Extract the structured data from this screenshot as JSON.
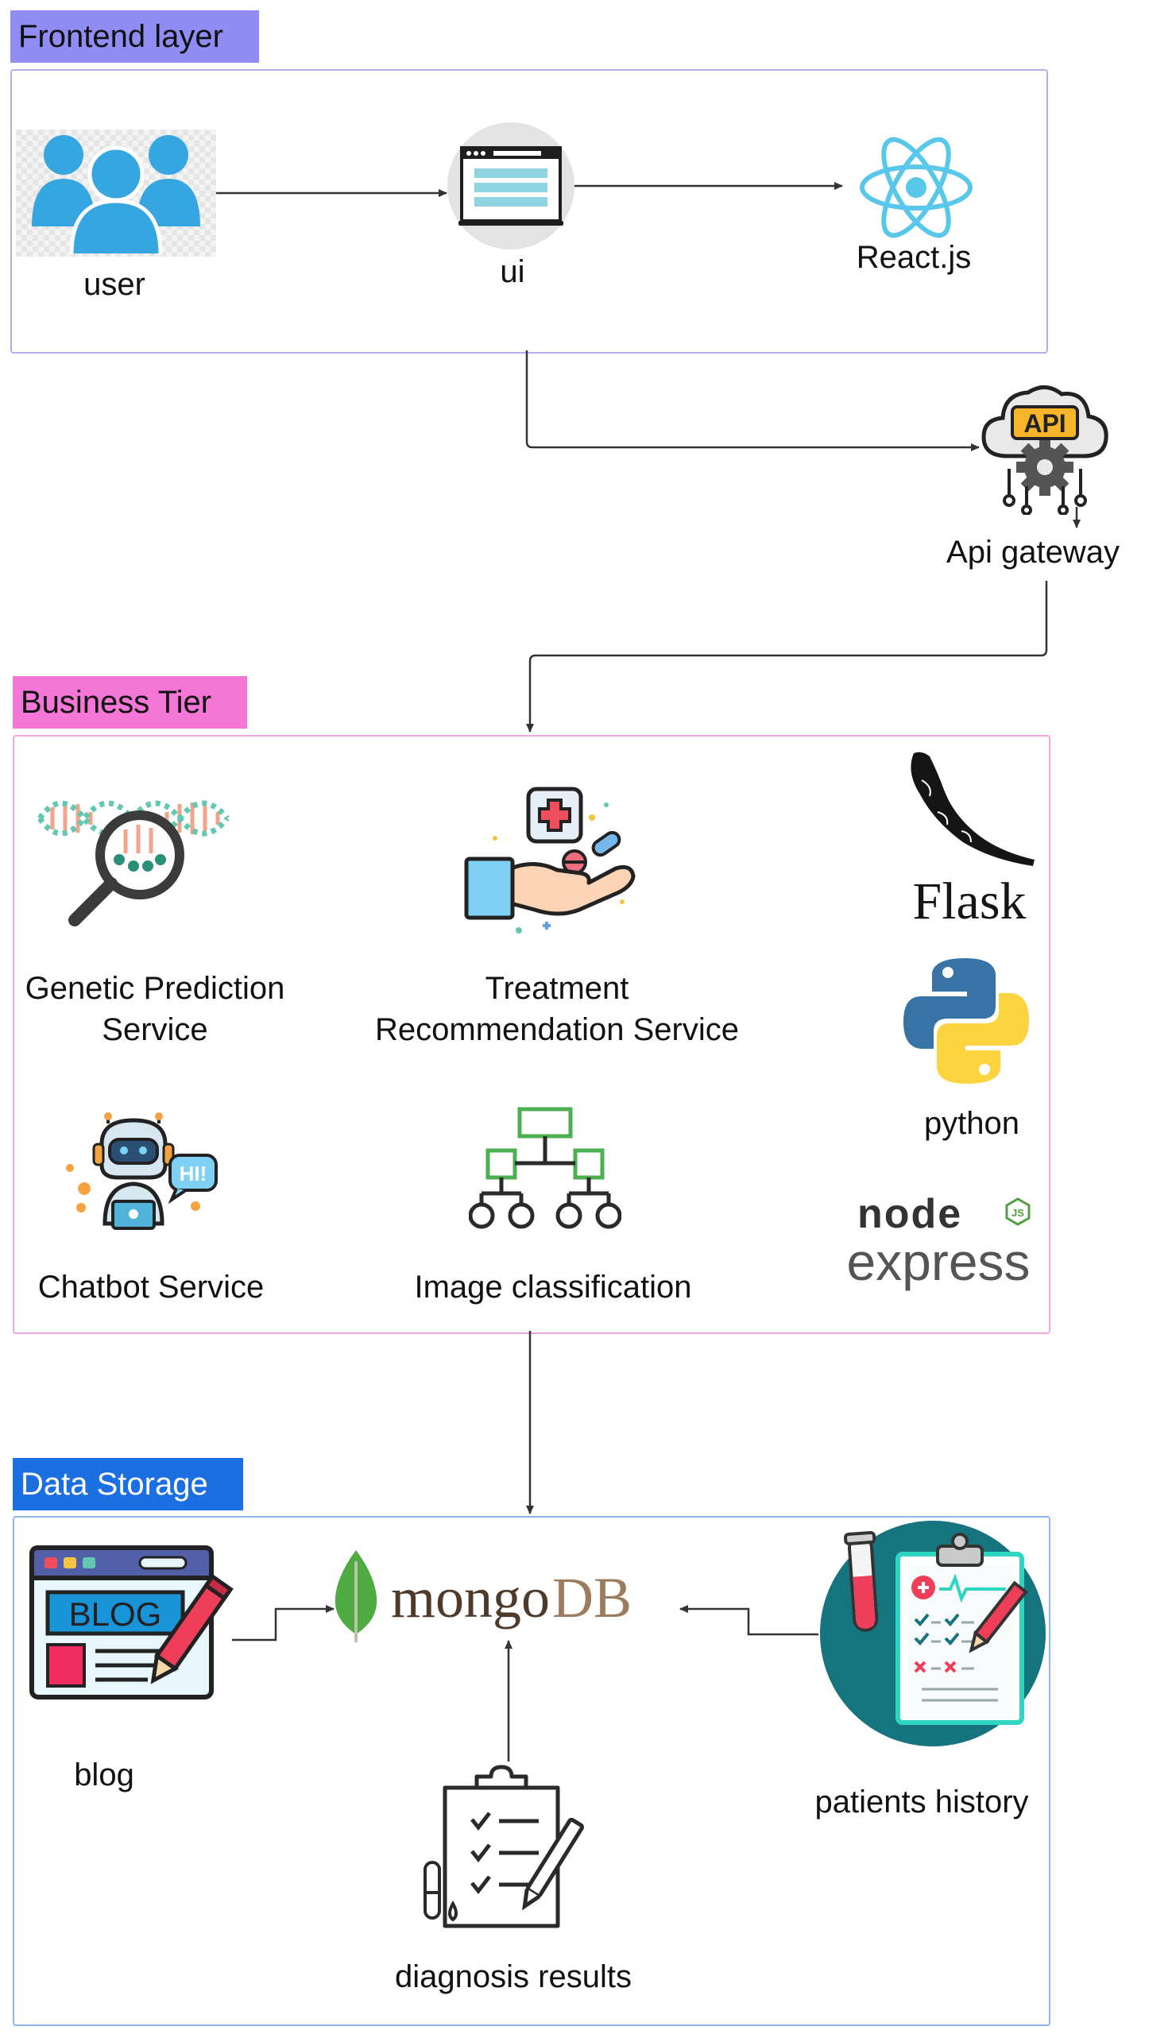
{
  "layers": {
    "frontend": "Frontend layer",
    "business": "Business Tier",
    "storage": "Data Storage"
  },
  "frontend": {
    "user": "user",
    "ui": "ui",
    "react": "React.js"
  },
  "gateway": {
    "label": "Api gateway",
    "badge": "API"
  },
  "business": {
    "genetic": [
      "Genetic Prediction",
      "Service"
    ],
    "treatment": [
      "Treatment",
      "Recommendation Service"
    ],
    "chatbot": "Chatbot Service",
    "chatbot_bubble": "HI!",
    "image": "Image classification",
    "flask": "Flask",
    "python": "python",
    "node": "node",
    "node_js": "JS",
    "express": "express"
  },
  "storage": {
    "mongodb_mongo": "mongo",
    "mongodb_db": "DB",
    "blog": "blog",
    "blog_sign": "BLOG",
    "patients": "patients history",
    "diagnosis": "diagnosis results"
  },
  "colors": {
    "frontend": "#8f8cf4",
    "business": "#f476d6",
    "storage": "#1b6fe0",
    "react": "#61dafb",
    "mongo_leaf": "#4faa41",
    "node_green": "#539e43"
  }
}
